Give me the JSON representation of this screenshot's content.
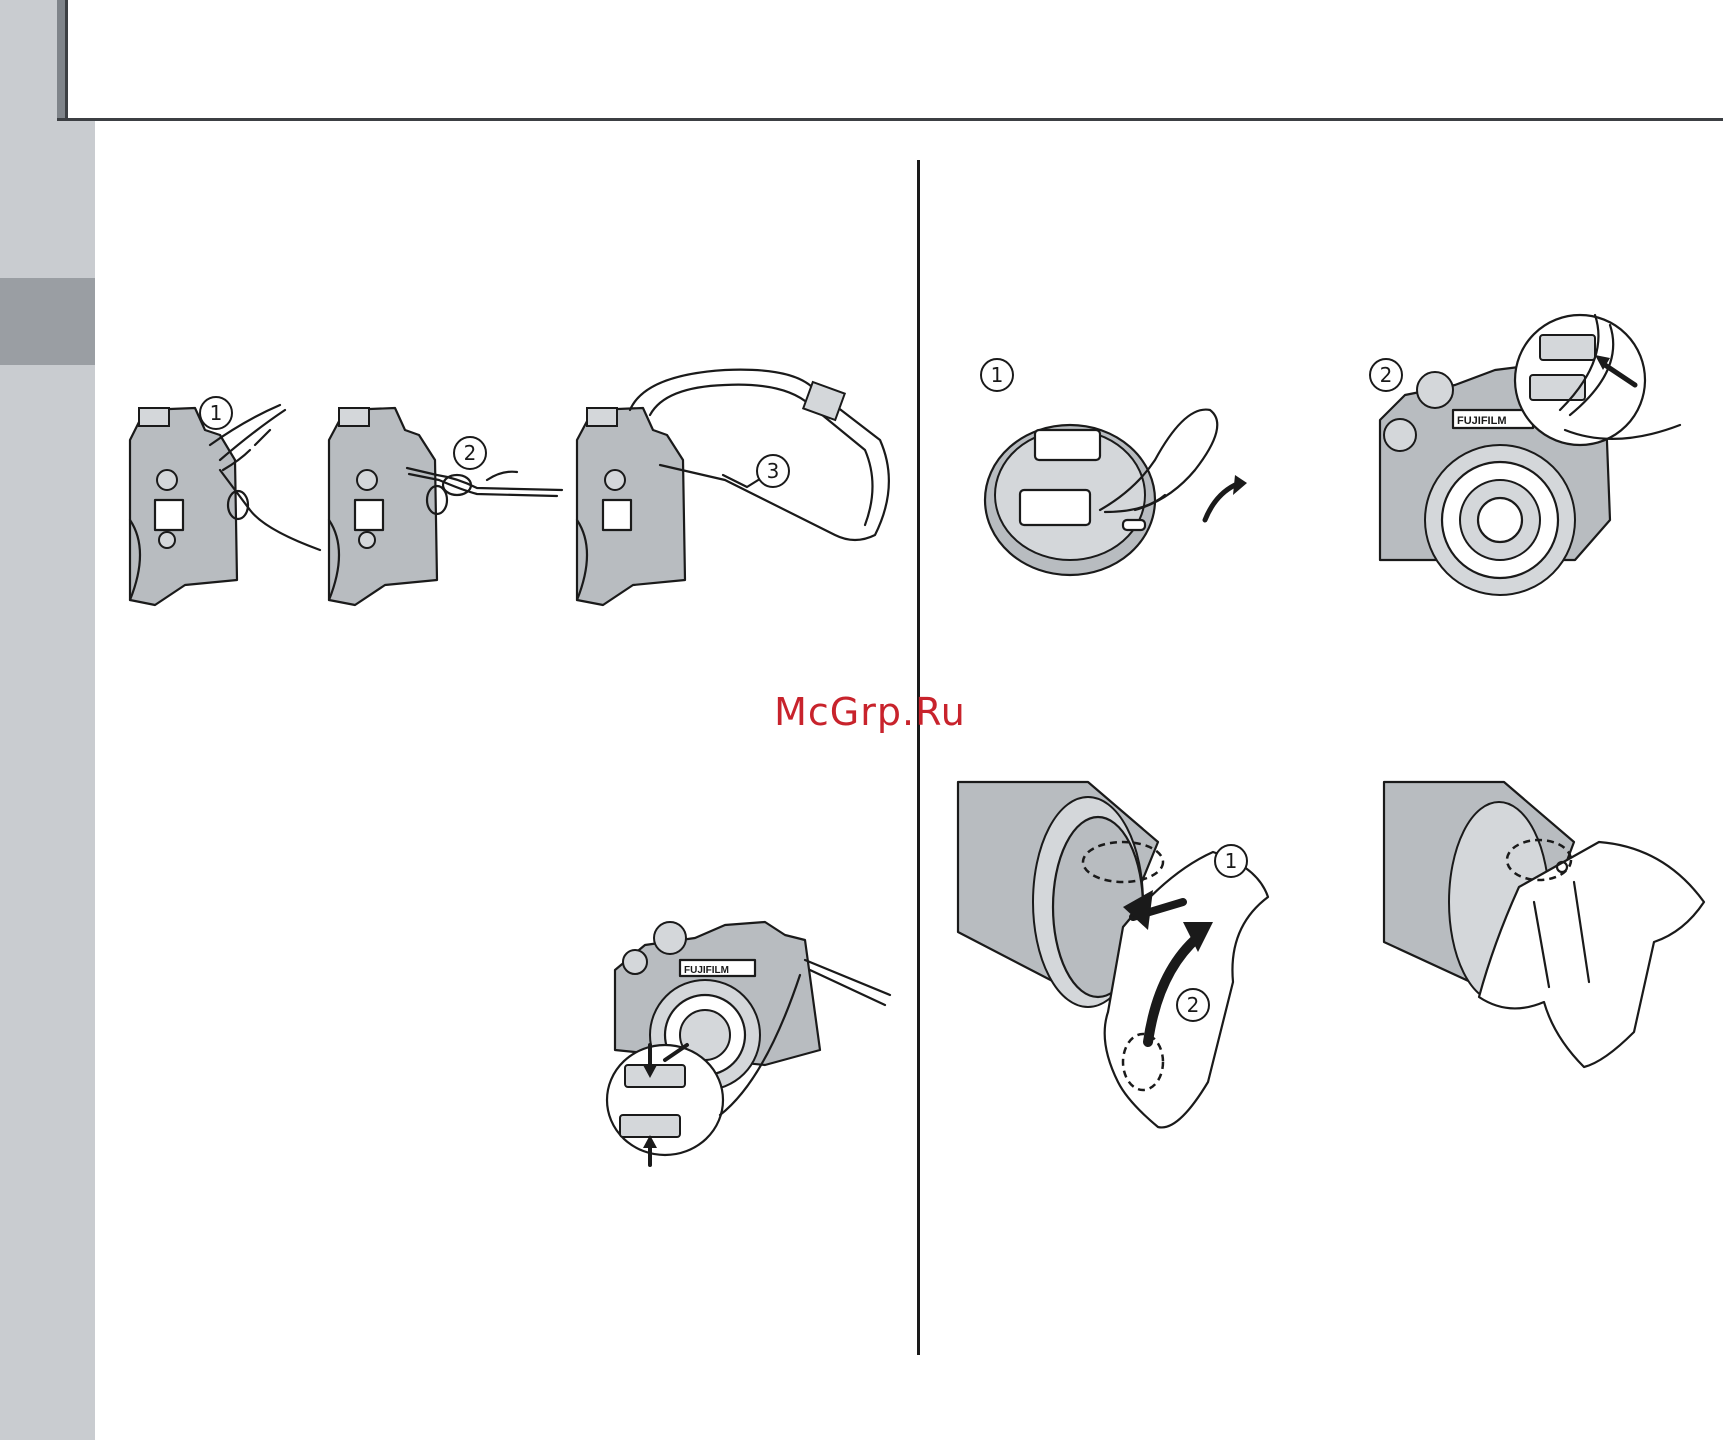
{
  "watermark": "McGrp.Ru",
  "fig_strap_1": {
    "step": "1"
  },
  "fig_strap_2": {
    "step": "2"
  },
  "fig_strap_3": {
    "step": "3"
  },
  "fig_cap_1": {
    "step": "1"
  },
  "fig_cap_2": {
    "step": "2",
    "brand": "FUJIFILM"
  },
  "fig_lens_cap_attached": {
    "brand": "FUJIFILM"
  },
  "fig_hood_1": {
    "step_1": "1",
    "step_2": "2"
  },
  "colors": {
    "sidebar": "#c9ccd0",
    "sidebar_tab": "#9a9ea3",
    "rule": "#3c3f43",
    "watermark": "#c8232c"
  },
  "icons": [
    "camera-illustration",
    "strap-illustration",
    "lens-cap-illustration",
    "lens-hood-illustration",
    "arrow-icon"
  ]
}
